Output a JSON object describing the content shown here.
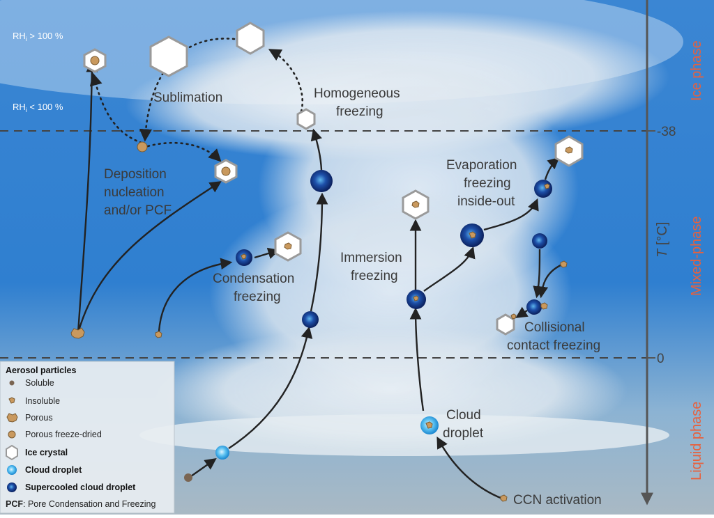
{
  "rh": {
    "above": "RH",
    "above_sub": "i",
    "above_rest": " > 100 %",
    "below": "RH",
    "below_sub": "i",
    "below_rest": " < 100 %"
  },
  "axis": {
    "label": "T",
    "unit": " [°C]",
    "tick_top": "-38",
    "tick_bottom": "0"
  },
  "phases": {
    "ice": "Ice phase",
    "mixed": "Mixed-phase",
    "liquid": "Liquid phase"
  },
  "processes": {
    "sublimation": "Sublimation",
    "homogeneous_1": "Homogeneous",
    "homogeneous_2": "freezing",
    "deposition_1": "Deposition",
    "deposition_2": "nucleation",
    "deposition_3": "and/or PCF",
    "condensation_1": "Condensation",
    "condensation_2": "freezing",
    "immersion_1": "Immersion",
    "immersion_2": "freezing",
    "evaporation_1": "Evaporation",
    "evaporation_2": "freezing",
    "evaporation_3": "inside-out",
    "collisional_1": "Collisional",
    "collisional_2": "contact freezing",
    "cloud_1": "Cloud",
    "cloud_2": "droplet",
    "ccn": "CCN activation"
  },
  "legend": {
    "title": "Aerosol particles",
    "soluble": "Soluble",
    "insoluble": "Insoluble",
    "porous": "Porous",
    "porous_fd": "Porous freeze-dried",
    "ice": "Ice crystal",
    "cloud": "Cloud droplet",
    "supercooled": "Supercooled cloud droplet",
    "pcf_abbr": "PCF",
    "pcf_text": ": Pore Condensation and Freezing"
  },
  "colors": {
    "sky_top": "#2f7fd0",
    "sky_bottom": "#9bb4c6",
    "phase_label": "#e8603c",
    "axis": "#555555",
    "cloud_droplet": "#3fb0ea",
    "supercooled_droplet": "#10307a"
  }
}
